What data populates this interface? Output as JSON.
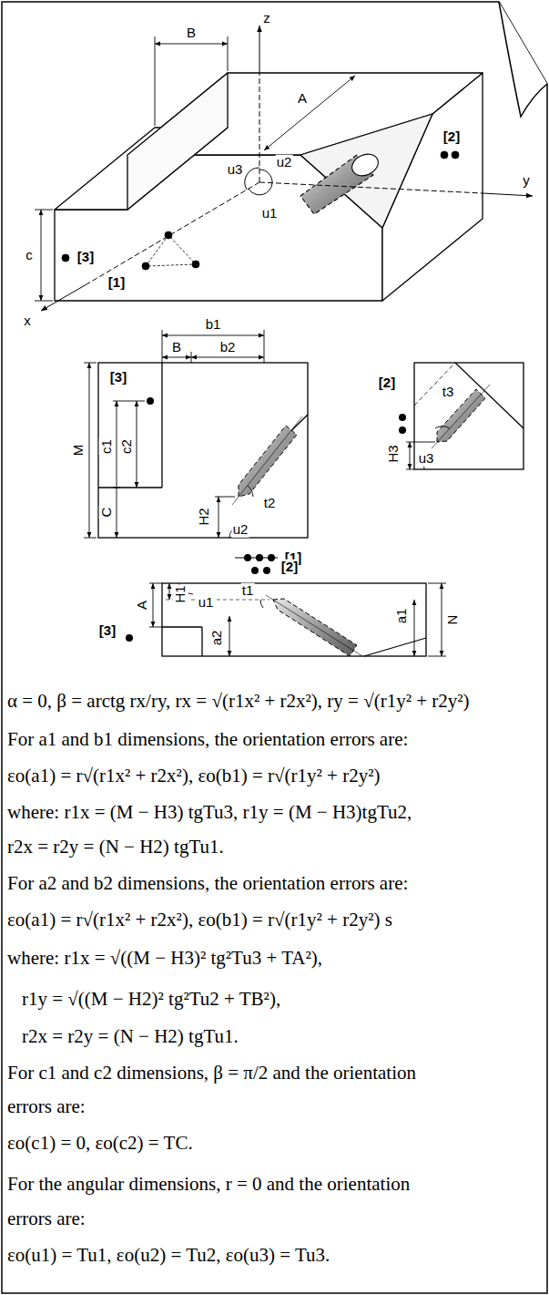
{
  "diagram": {
    "labels": [
      "z",
      "y",
      "x",
      "B",
      "A",
      "c",
      "[2]",
      "[3]",
      "[1]",
      "u3",
      "u2",
      "u1",
      "b1",
      "B",
      "b2",
      "M",
      "c1",
      "c2",
      "C",
      "[3]",
      "H2",
      "t2",
      "u2",
      "[1]",
      "[2]",
      "H3",
      "t3",
      "u3",
      "[2]",
      "[3]",
      "A",
      "H1",
      "u1",
      "t1",
      "a1",
      "N",
      "a2",
      "α = 0, β = arctg rx/ry, rx = √(r1x² + r2x²), ry = √(r1y² + r2y²)",
      "For a1 and b1 dimensions, the orientation errors are:",
      "εo(a1) = r√(r1x² + r2x²), εo(b1) = r√(r1y² + r2y²)",
      "where: r1x = (M − H3) tgTu3, r1y = (M − H3)tgTu2,",
      "r2x = r2y = (N − H2) tgTu1.",
      "For a2 and b2 dimensions, the orientation errors are:",
      "εo(a1) = r√(r1x² + r2x²), εo(b1) = r√(r1y² + r2y²) s",
      "where: r1x = √((M − H3)² tg²Tu3 + TA²),",
      "r1y = √((M − H2)² tg²Tu2 + TB²),",
      "r2x = r2y = (N − H2) tgTu1.",
      "For c1 and c2 dimensions, β = π/2 and the orientation",
      "errors are:",
      "εo(c1) = 0, εo(c2) = TC.",
      "For the angular dimensions, r = 0 and the orientation",
      "errors are:",
      "εo(u1) = Tu1, εo(u2) = Tu2, εo(u3) = Tu3."
    ]
  }
}
